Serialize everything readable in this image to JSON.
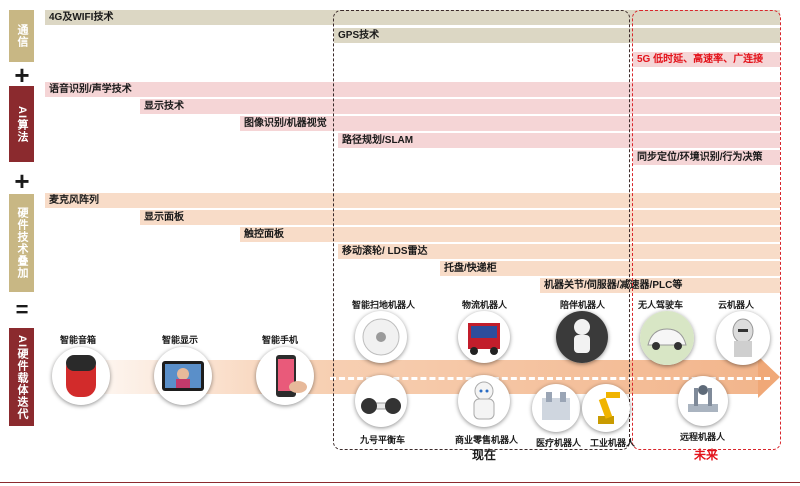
{
  "categories": {
    "comms": "通信",
    "ai_algo": "AI算法",
    "hardware": "硬件技术叠加",
    "carrier": "AI硬件载体迭代"
  },
  "operators": {
    "plus1": "+",
    "plus2": "+",
    "equals": "="
  },
  "tech_bars": {
    "wifi_4g": "4G及WIFI技术",
    "gps": "GPS技术",
    "g5": "5G 低时延、高速率、广连接",
    "speech": "语音识别/声学技术",
    "display_tech": "显示技术",
    "vision": "图像识别/机器视觉",
    "slam": "路径规划/SLAM",
    "sync": "同步定位/环境识别/行为决策",
    "mic": "麦克风阵列",
    "panel": "显示面板",
    "touch": "触控面板",
    "lidar": "移动滚轮/ LDS雷达",
    "tray": "托盘/快递柜",
    "joint": "机器关节/伺服器/减速器/PLC等"
  },
  "devices": {
    "speaker": "智能音箱",
    "smart_display": "智能显示",
    "phone": "智能手机",
    "sweeper": "智能扫地机器人",
    "balance": "九号平衡车",
    "logistics": "物流机器人",
    "commercial": "商业零售机器人",
    "companion": "陪伴机器人",
    "medical": "医疗机器人",
    "industrial": "工业机器人",
    "autonomous": "无人驾驶车",
    "cloud": "云机器人",
    "remote": "远程机器人"
  },
  "eras": {
    "now": "现在",
    "future": "未来"
  },
  "colors": {
    "maroon": "#8b2a2e",
    "tan": "#c8b784",
    "red_text": "#e3121a",
    "bar_tan": "#dcd7c4",
    "bar_pink": "#f5d5d6",
    "bar_peach": "#f8dcc8"
  }
}
